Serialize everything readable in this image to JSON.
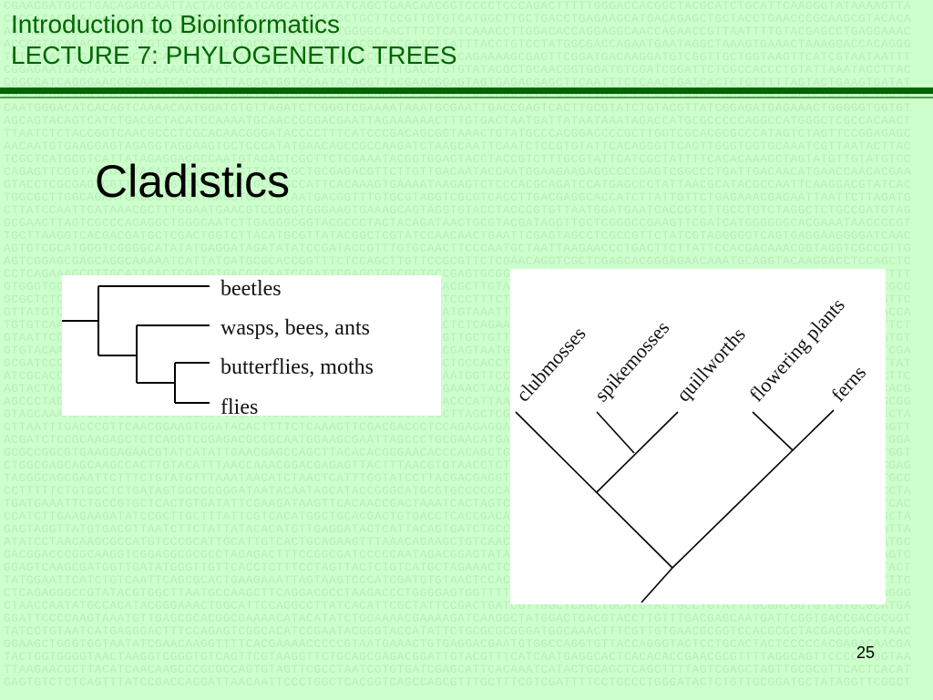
{
  "header": {
    "line1": "Introduction to Bioinformatics",
    "line2": "LECTURE 7: PHYLOGENETIC TREES"
  },
  "slide": {
    "title": "Cladistics",
    "page_number": "25"
  },
  "diagram_insects": {
    "leaves": [
      "beetles",
      "wasps, bees, ants",
      "butterflies, moths",
      "flies"
    ]
  },
  "diagram_plants": {
    "leaves": [
      "clubmosses",
      "spikemosses",
      "quillworths",
      "flowering plants",
      "ferns"
    ]
  },
  "colors": {
    "background": "#ccffcc",
    "header_text": "#006600",
    "rule": "#006600"
  }
}
